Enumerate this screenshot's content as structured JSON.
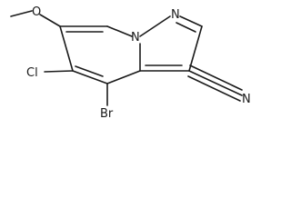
{
  "structure": {
    "atoms": {
      "methoxy_o": "O",
      "ring_n1": "N",
      "ring_n2": "N",
      "nitrile_n": "N",
      "cl": "Cl",
      "br": "Br"
    },
    "colors": {
      "bond": "#1a1a1a",
      "background": "#ffffff"
    }
  }
}
